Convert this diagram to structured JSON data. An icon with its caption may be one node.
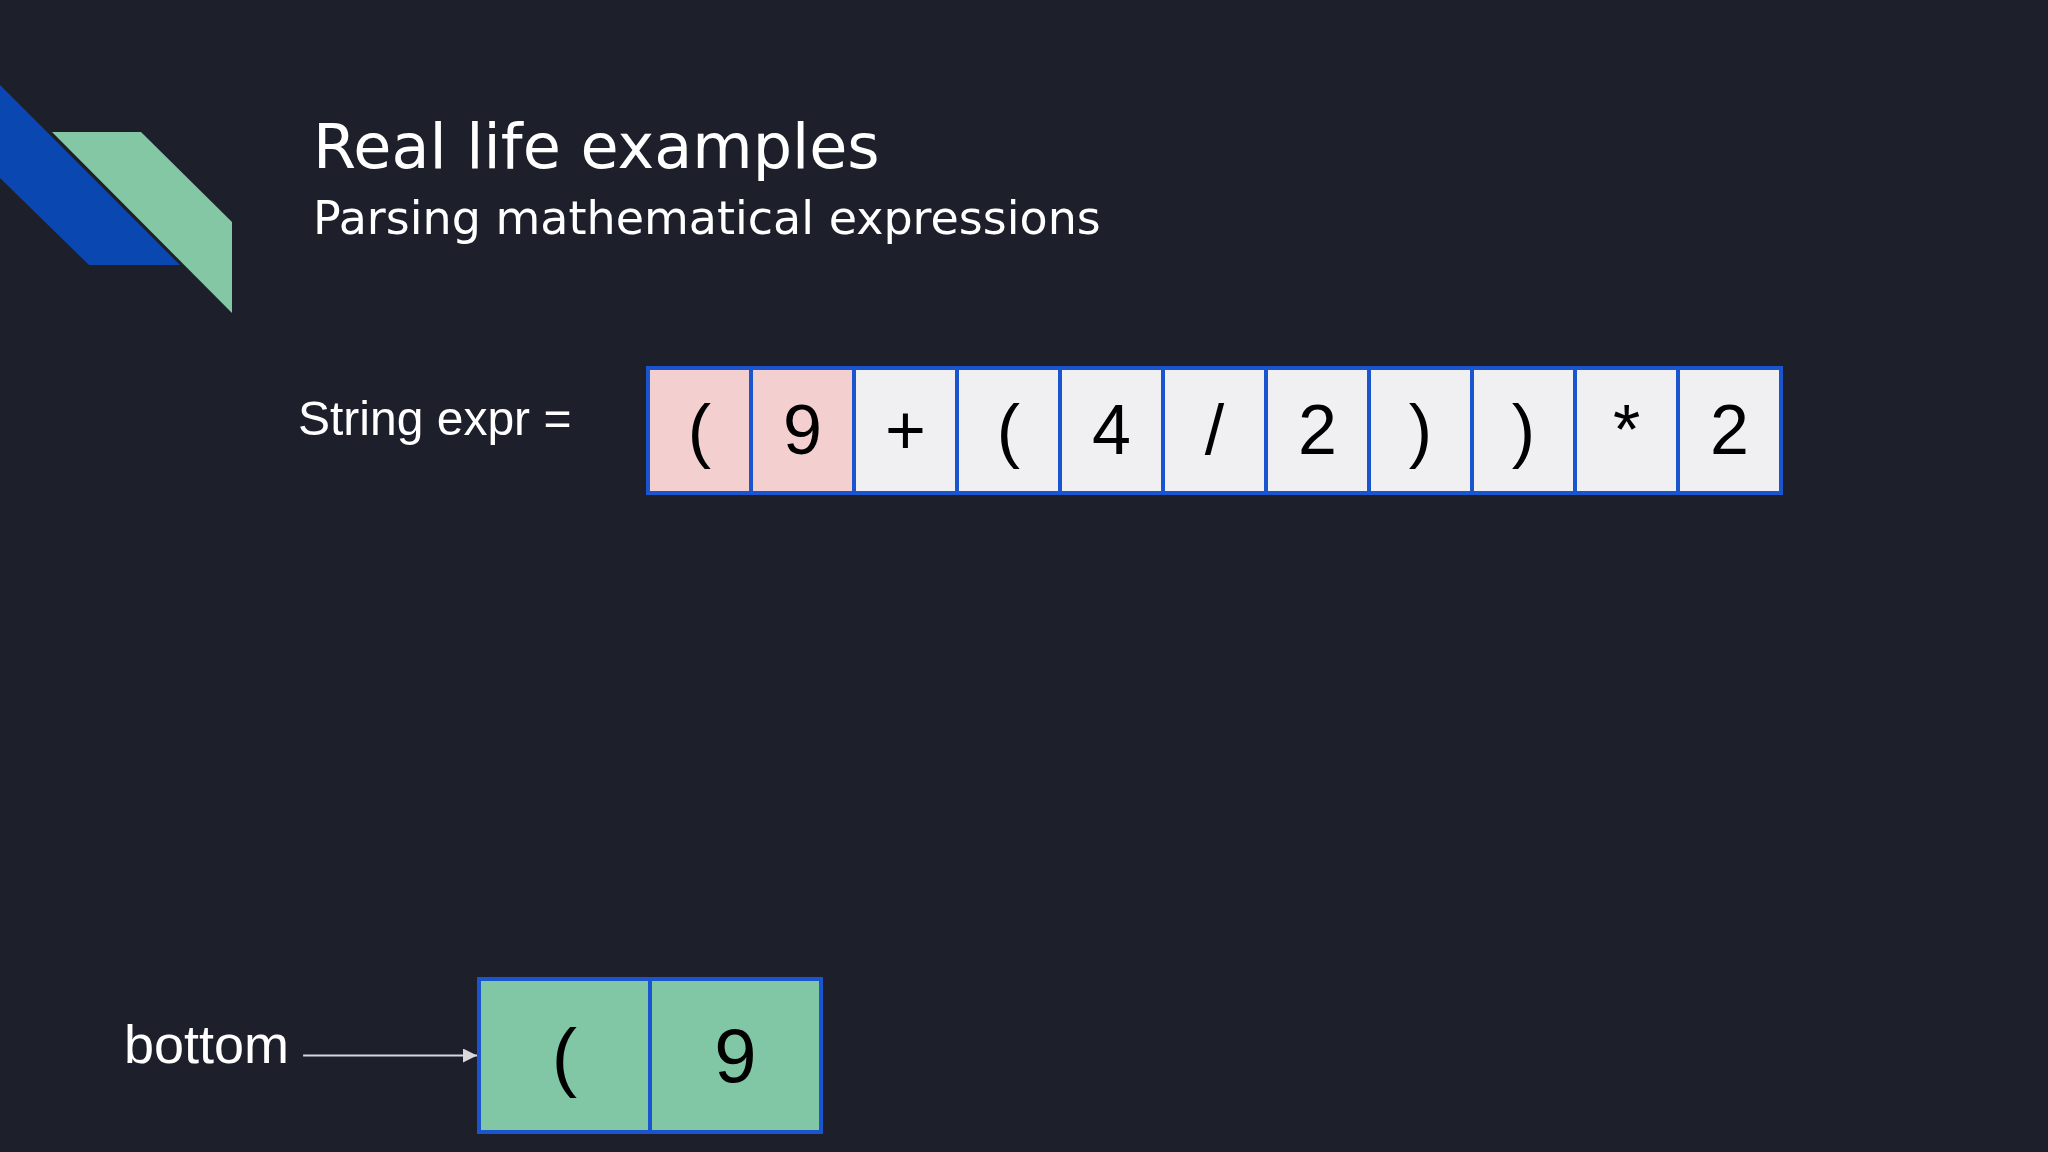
{
  "diagram": {
    "title": "Real life examples",
    "nodes": [
      {
        "text": [
          "("
        ]
      },
      {
        "text": [
          "9"
        ]
      },
      {
        "text": [
          "+"
        ]
      },
      {
        "text": [
          "("
        ]
      },
      {
        "text": [
          "4"
        ]
      },
      {
        "text": [
          "/"
        ]
      },
      {
        "text": [
          "2"
        ]
      },
      {
        "text": [
          ")"
        ]
      },
      {
        "text": [
          ")"
        ]
      },
      {
        "text": [
          "*"
        ]
      },
      {
        "text": [
          "2"
        ]
      },
      {
        "text": [
          "bottom"
        ]
      },
      {
        "text": [
          "("
        ]
      },
      {
        "text": [
          "9"
        ]
      }
    ],
    "edges": [
      {
        "from": 11,
        "to": 12,
        "arrow": "to"
      }
    ],
    "labels": [
      "Parsing mathematical expressions",
      "String expr ="
    ]
  }
}
